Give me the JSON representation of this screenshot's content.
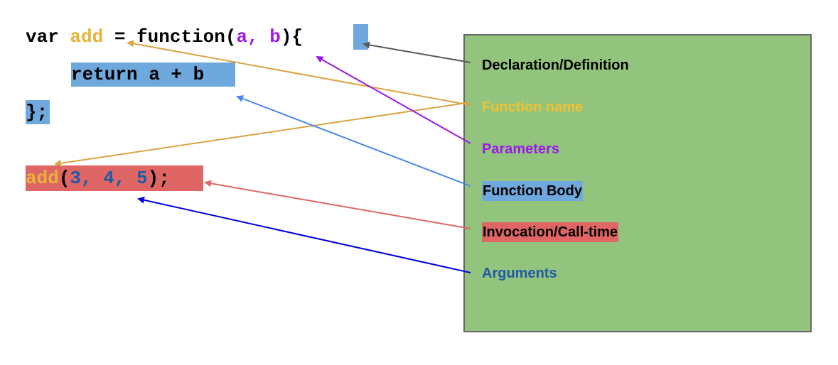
{
  "code": {
    "line1": {
      "kw": "var ",
      "name": "add",
      "mid": " = function(",
      "p1": "a",
      "comma": ", ",
      "p2": "b",
      "close": ")",
      "brace": "{"
    },
    "line2": {
      "body": "return a + b"
    },
    "line3": {
      "end": "};"
    },
    "line4": {
      "name": "add",
      "open": "(",
      "args": "3, 4, 5",
      "close": ");"
    }
  },
  "legend": {
    "declaration": "Declaration/Definition",
    "function_name": "Function name",
    "parameters": "Parameters",
    "function_body": "Function Body",
    "invocation": "Invocation/Call-time",
    "arguments": "Arguments"
  },
  "colors": {
    "name": "#e6b33a",
    "param": "#9a1be6",
    "body_hl": "#6fa8dc",
    "invocation_hl": "#e06666",
    "arg": "#1f5aa6",
    "legend_bg": "#93c47d",
    "declaration_arrow": "#595959",
    "name_arrow": "#d9a542",
    "param_arrow": "#9a1be6",
    "body_arrow": "#4a86e8",
    "invocation_arrow": "#e06666",
    "argument_arrow": "#0000e0"
  }
}
